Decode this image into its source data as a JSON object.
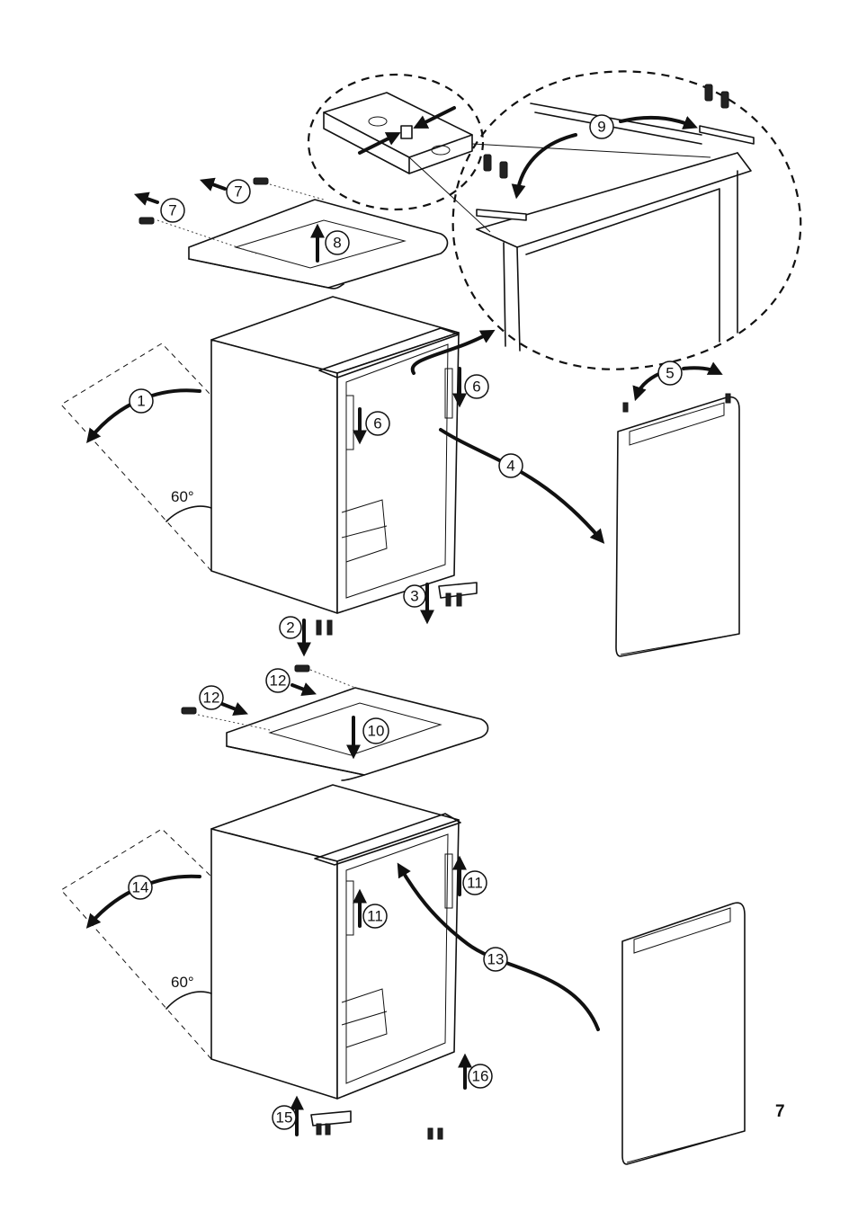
{
  "page": {
    "number": "7"
  },
  "angles": {
    "top_angle": "60°",
    "bottom_angle": "60°"
  },
  "steps": {
    "s1": "1",
    "s2": "2",
    "s3": "3",
    "s4": "4",
    "s5": "5",
    "s6a": "6",
    "s6b": "6",
    "s7a": "7",
    "s7b": "7",
    "s8": "8",
    "s9": "9",
    "s10": "10",
    "s11a": "11",
    "s11b": "11",
    "s12a": "12",
    "s12b": "12",
    "s13": "13",
    "s14": "14",
    "s15": "15",
    "s16": "16"
  }
}
